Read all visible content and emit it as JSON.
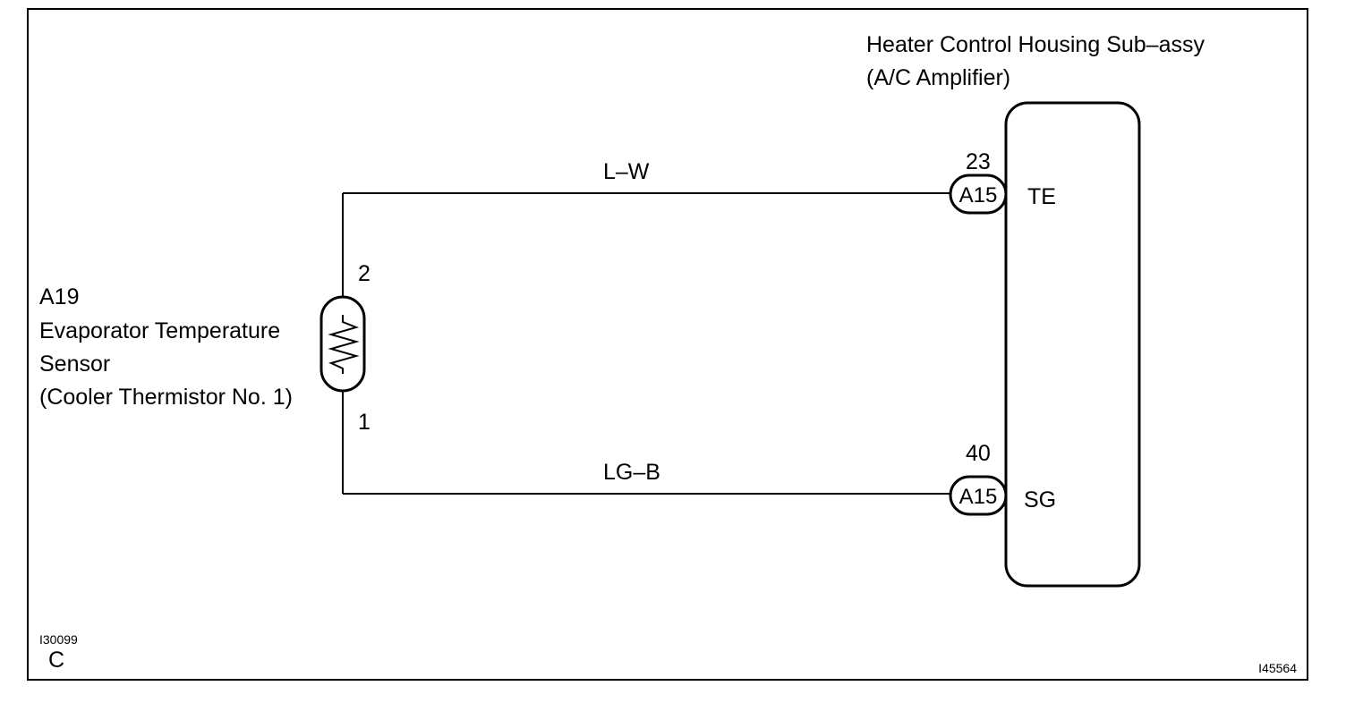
{
  "amplifier": {
    "title_line1": "Heater Control Housing Sub–assy",
    "title_line2": "(A/C Amplifier)",
    "terminal_te": "TE",
    "terminal_sg": "SG"
  },
  "sensor": {
    "code": "A19",
    "name_line1": "Evaporator Temperature",
    "name_line2": "Sensor",
    "name_line3": "(Cooler Thermistor No. 1)",
    "pin_top": "2",
    "pin_bottom": "1"
  },
  "wires": {
    "top_color": "L–W",
    "bottom_color": "LG–B"
  },
  "connectors": {
    "top_label": "A15",
    "top_pin": "23",
    "bottom_label": "A15",
    "bottom_pin": "40"
  },
  "footer": {
    "ref_left": "I30099",
    "ref_left_sub": "C",
    "ref_right": "I45564"
  }
}
